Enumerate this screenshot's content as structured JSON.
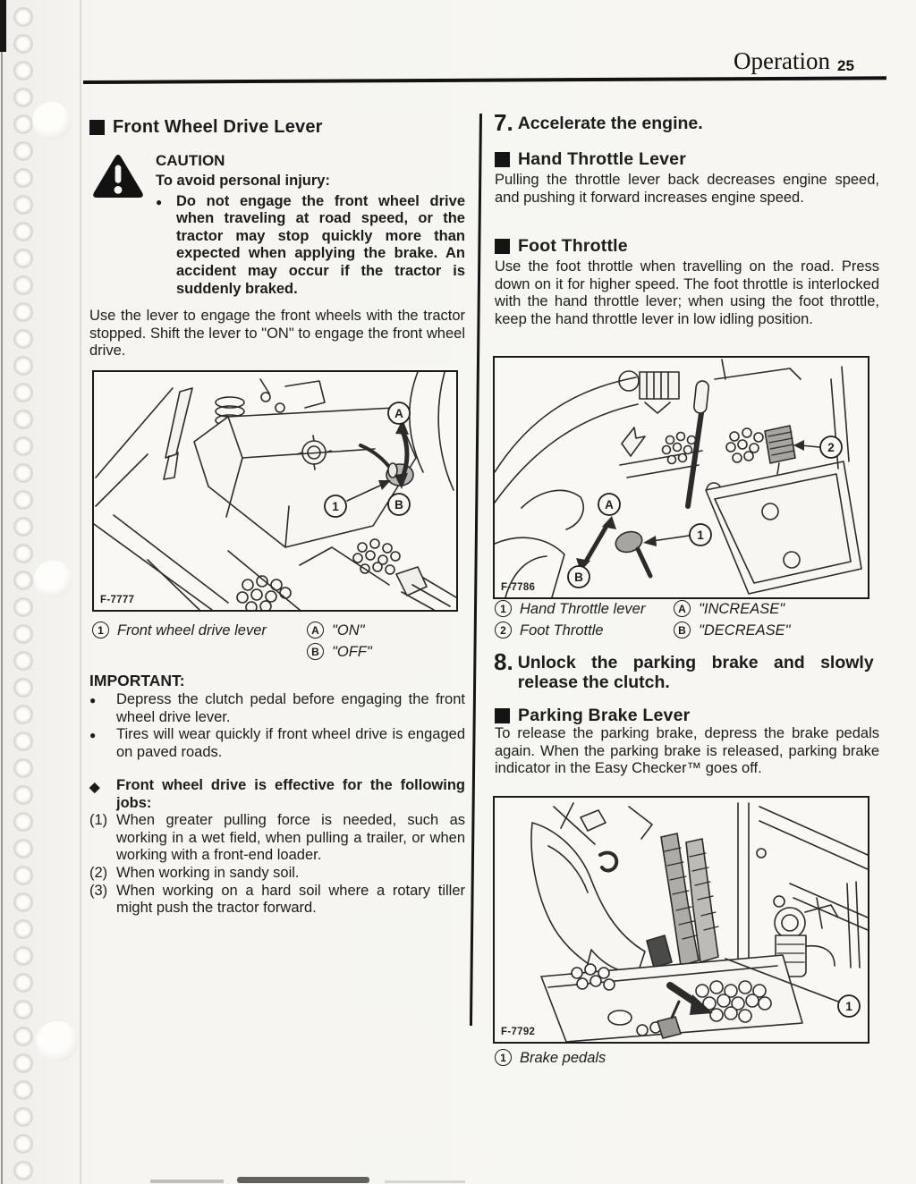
{
  "header": {
    "section": "Operation",
    "page_number": "25"
  },
  "glyphs": {
    "bullet": "●",
    "diamond": "◆"
  },
  "left": {
    "title": "Front Wheel Drive Lever",
    "caution_title": "CAUTION",
    "caution_sub": "To avoid personal injury:",
    "caution_item": "Do not engage the front wheel drive when traveling at road speed, or the tractor may stop quickly more than expected when applying the brake. An accident may occur if the tractor is suddenly braked.",
    "intro": "Use the lever to engage the front wheels with the tractor stopped. Shift the lever to \"ON\" to engage the front wheel drive.",
    "fig1": {
      "label": "F-7777",
      "c1": "1",
      "ca": "A",
      "cb": "B",
      "cap1_text": "Front wheel drive lever",
      "capA_text": "\"ON\"",
      "capB_text": "\"OFF\""
    },
    "important_title": "IMPORTANT:",
    "important_items": [
      "Depress the clutch pedal before engaging the front wheel drive lever.",
      "Tires will wear quickly if front wheel drive is engaged on paved roads."
    ],
    "jobs_title": "Front wheel drive is effective for the following jobs:",
    "jobs": [
      {
        "num": "(1)",
        "text": "When greater pulling force is needed, such as working in a wet field, when pulling a trailer, or when working with a front-end loader."
      },
      {
        "num": "(2)",
        "text": "When working in sandy soil."
      },
      {
        "num": "(3)",
        "text": "When working on a hard soil where a rotary tiller might push the tractor forward."
      }
    ]
  },
  "right": {
    "step7_num": "7.",
    "step7_title": "Accelerate the engine.",
    "hand_title": "Hand Throttle Lever",
    "hand_body": "Pulling the throttle lever back decreases engine speed, and pushing it forward increases engine speed.",
    "foot_title": "Foot Throttle",
    "foot_body": "Use the foot throttle when travelling on the road. Press down on it for higher speed. The foot throttle is interlocked with the hand throttle lever; when using the foot throttle, keep the hand throttle lever in low idling position.",
    "fig2": {
      "label": "F-7786",
      "c1": "1",
      "c2": "2",
      "ca": "A",
      "cb": "B",
      "cap1_text": "Hand Throttle lever",
      "cap2_text": "Foot Throttle",
      "capA_text": "\"INCREASE\"",
      "capB_text": "\"DECREASE\""
    },
    "step8_num": "8.",
    "step8_title": "Unlock the parking brake and slowly release the clutch.",
    "park_title": "Parking Brake Lever",
    "park_body": "To release the parking brake, depress the brake pedals again. When the parking brake is released, parking brake indicator in the Easy Checker™ goes off.",
    "fig3": {
      "label": "F-7792",
      "c1": "1",
      "cap1_text": "Brake pedals"
    }
  }
}
